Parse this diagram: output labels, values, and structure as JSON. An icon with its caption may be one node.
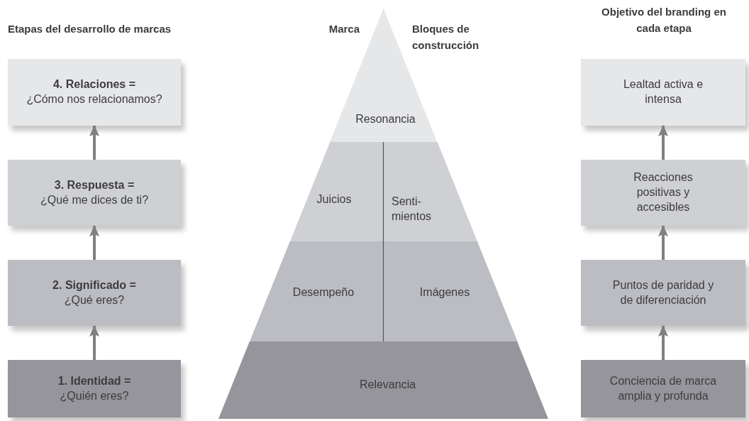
{
  "diagram": {
    "nodes": [
      {
        "text": [
          "4. Relaciones =",
          "¿Cómo nos relacionamos?"
        ]
      },
      {
        "text": [
          "3. Respuesta =",
          "¿Qué me dices de ti?"
        ]
      },
      {
        "text": [
          "2. Significado =",
          "¿Qué eres?"
        ]
      },
      {
        "text": [
          "1. Identidad =",
          "¿Quién eres?"
        ]
      },
      {
        "text": [
          "Resonancia"
        ]
      },
      {
        "text": [
          "Juicios"
        ]
      },
      {
        "text": [
          "Senti- mientos"
        ]
      },
      {
        "text": [
          "Desempeño"
        ]
      },
      {
        "text": [
          "Imágenes"
        ]
      },
      {
        "text": [
          "Relevancia"
        ]
      },
      {
        "text": [
          "Lealtad activa e intensa"
        ]
      },
      {
        "text": [
          "Reacciones positivas y accesibles"
        ]
      },
      {
        "text": [
          "Puntos de paridad y de diferenciación"
        ]
      },
      {
        "text": [
          "Conciencia de marca amplia y profunda"
        ]
      }
    ],
    "edges": [
      {
        "from": 3,
        "to": 2,
        "arrow": "to"
      },
      {
        "from": 2,
        "to": 1,
        "arrow": "to"
      },
      {
        "from": 1,
        "to": 0,
        "arrow": "to"
      },
      {
        "from": 13,
        "to": 12,
        "arrow": "to"
      },
      {
        "from": 12,
        "to": 11,
        "arrow": "to"
      },
      {
        "from": 11,
        "to": 10,
        "arrow": "to"
      }
    ],
    "labels": [
      "Etapas del desarrollo de marcas",
      "Marca",
      "Bloques de construcción",
      "Objetivo del branding en cada etapa"
    ]
  }
}
